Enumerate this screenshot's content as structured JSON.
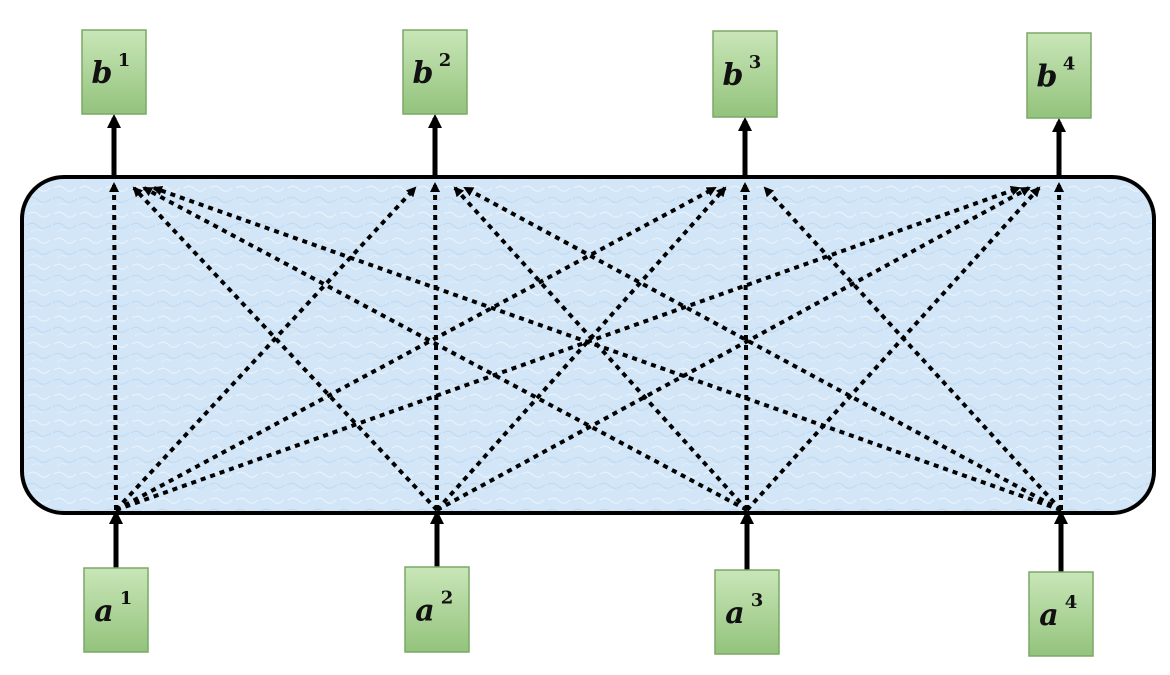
{
  "diagram": {
    "title": "",
    "colors": {
      "node_fill_top": "#c9e6b8",
      "node_fill_bottom": "#93c37c",
      "node_stroke": "#7aa866",
      "panel_fill": "#d2e6f7",
      "panel_stroke": "#000000",
      "arrow": "#000000"
    },
    "inputs": [
      {
        "base": "a",
        "sup": "1"
      },
      {
        "base": "a",
        "sup": "2"
      },
      {
        "base": "a",
        "sup": "3"
      },
      {
        "base": "a",
        "sup": "4"
      }
    ],
    "outputs": [
      {
        "base": "b",
        "sup": "1"
      },
      {
        "base": "b",
        "sup": "2"
      },
      {
        "base": "b",
        "sup": "3"
      },
      {
        "base": "b",
        "sup": "4"
      }
    ],
    "connections": "all-to-all"
  }
}
